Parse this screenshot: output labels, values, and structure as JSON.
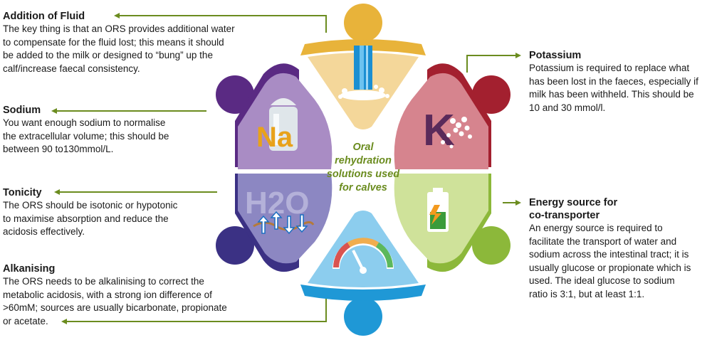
{
  "center": {
    "line1": "Oral",
    "line2": "rehydration",
    "line3": "solutions used",
    "line4": "for calves"
  },
  "symbols": {
    "sodium": "Na",
    "potassium": "K",
    "water": "H2O"
  },
  "sections": {
    "fluid": {
      "title": "Addition of Fluid",
      "lines": [
        "The key thing is that an ORS provides additional water",
        "to compensate for the fluid lost; this means it should",
        "be added to the milk or designed to “bung” up the",
        "calf/increase faecal consistency."
      ]
    },
    "sodium": {
      "title": "Sodium",
      "lines": [
        "You want enough sodium to normalise",
        "the extracellular volume; this should be",
        "between 90 to130mmol/L."
      ]
    },
    "tonicity": {
      "title": "Tonicity",
      "lines": [
        "The ORS should be isotonic or hypotonic",
        "to maximise absorption and reduce the",
        "acidosis effectively."
      ]
    },
    "alkanising": {
      "title": "Alkanising",
      "lines": [
        "The ORS needs to be alkalinising to correct the",
        "metabolic acidosis, with a strong ion difference of",
        ">60mM; sources are usually bicarbonate, propionate",
        "or acetate."
      ]
    },
    "potassium": {
      "title": "Potassium",
      "lines": [
        "Potassium is required to replace what",
        "has been lost in the faeces, especially if",
        "milk has been withheld. This should be",
        "10 and 30 mmol/l."
      ]
    },
    "energy": {
      "title_line1": "Energy source for",
      "title_line2": "co-transporter",
      "lines": [
        "An energy source is required to",
        "facilitate the transport of water and",
        "sodium across the intestinal tract; it is",
        "usually glucose or propionate which is",
        "used. The ideal glucose to sodium",
        "ratio is 3:1, but at least 1:1."
      ]
    }
  },
  "colors": {
    "arrow": "#6b8c1f",
    "fluid_dark": "#e8b33a",
    "fluid_light": "#f4d79a",
    "potassium_dark": "#a3202f",
    "potassium_light": "#d6848e",
    "energy_dark": "#8cb83a",
    "energy_light": "#cfe29a",
    "alkanising_dark": "#1f98d6",
    "alkanising_light": "#8ccdee",
    "tonicity_dark": "#3b3184",
    "tonicity_light": "#8c87c2",
    "sodium_dark": "#5a2a83",
    "sodium_light": "#a98cc4"
  }
}
